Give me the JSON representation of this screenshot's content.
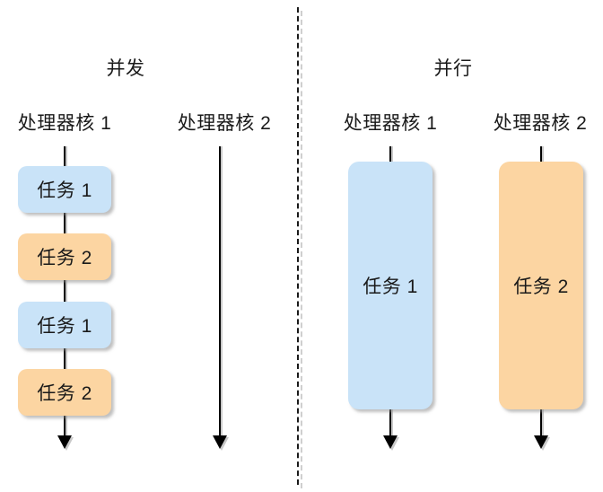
{
  "diagram": {
    "title_concurrent": "并发",
    "title_parallel": "并行",
    "divider": {
      "style": "dashed",
      "color": "#1a1a1a"
    },
    "colors": {
      "task1_fill": "#c9e3f8",
      "task2_fill": "#fcd5a2",
      "text": "#1a1a1a",
      "arrow": "#000000",
      "shadow": "#c9c9c9",
      "background": "#ffffff"
    },
    "concurrent": {
      "title": "并发",
      "cores": [
        {
          "label": "处理器核 1",
          "name": "core-1"
        },
        {
          "label": "处理器核 2",
          "name": "core-2"
        }
      ],
      "core1_tasks": [
        {
          "label": "任务 1",
          "color": "blue"
        },
        {
          "label": "任务 2",
          "color": "orange"
        },
        {
          "label": "任务 1",
          "color": "blue"
        },
        {
          "label": "任务 2",
          "color": "orange"
        }
      ],
      "core2_tasks": []
    },
    "parallel": {
      "title": "并行",
      "cores": [
        {
          "label": "处理器核 1",
          "name": "core-1"
        },
        {
          "label": "处理器核 2",
          "name": "core-2"
        }
      ],
      "core1_tasks": [
        {
          "label": "任务 1",
          "color": "blue"
        }
      ],
      "core2_tasks": [
        {
          "label": "任务 2",
          "color": "orange"
        }
      ]
    }
  }
}
